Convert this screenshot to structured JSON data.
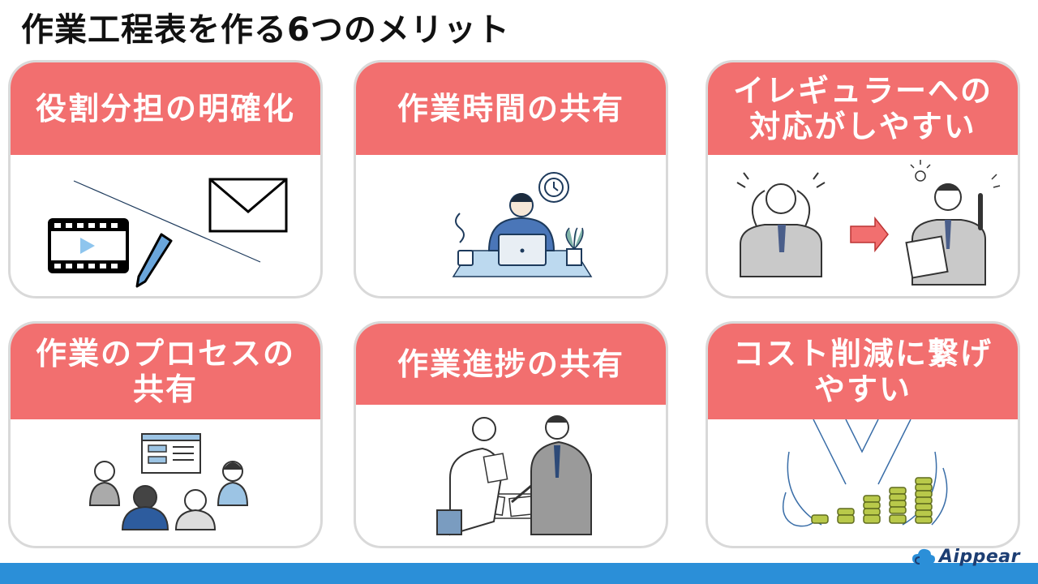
{
  "title": "作業工程表を作る6つのメリット",
  "cards": [
    {
      "heading": "役割分担の明確化",
      "image_icon": "video-envelope-pen-icon"
    },
    {
      "heading": "作業時間の共有",
      "image_icon": "person-laptop-clock-icon"
    },
    {
      "heading": "イレギュラーへの対応がしやすい",
      "image_icon": "stressed-to-idea-person-icon"
    },
    {
      "heading": "作業のプロセスの共有",
      "image_icon": "people-presentation-icon"
    },
    {
      "heading": "作業進捗の共有",
      "image_icon": "businessmen-discussion-icon"
    },
    {
      "heading": "コスト削減に繋げやすい",
      "image_icon": "hands-coin-stacks-icon"
    }
  ],
  "logo": {
    "text": "Aippear",
    "icon": "cloud-logo-icon"
  },
  "colors": {
    "card_header": "#f26f6f",
    "footer_bar": "#2b8fd8",
    "logo_text": "#1d3e73"
  }
}
